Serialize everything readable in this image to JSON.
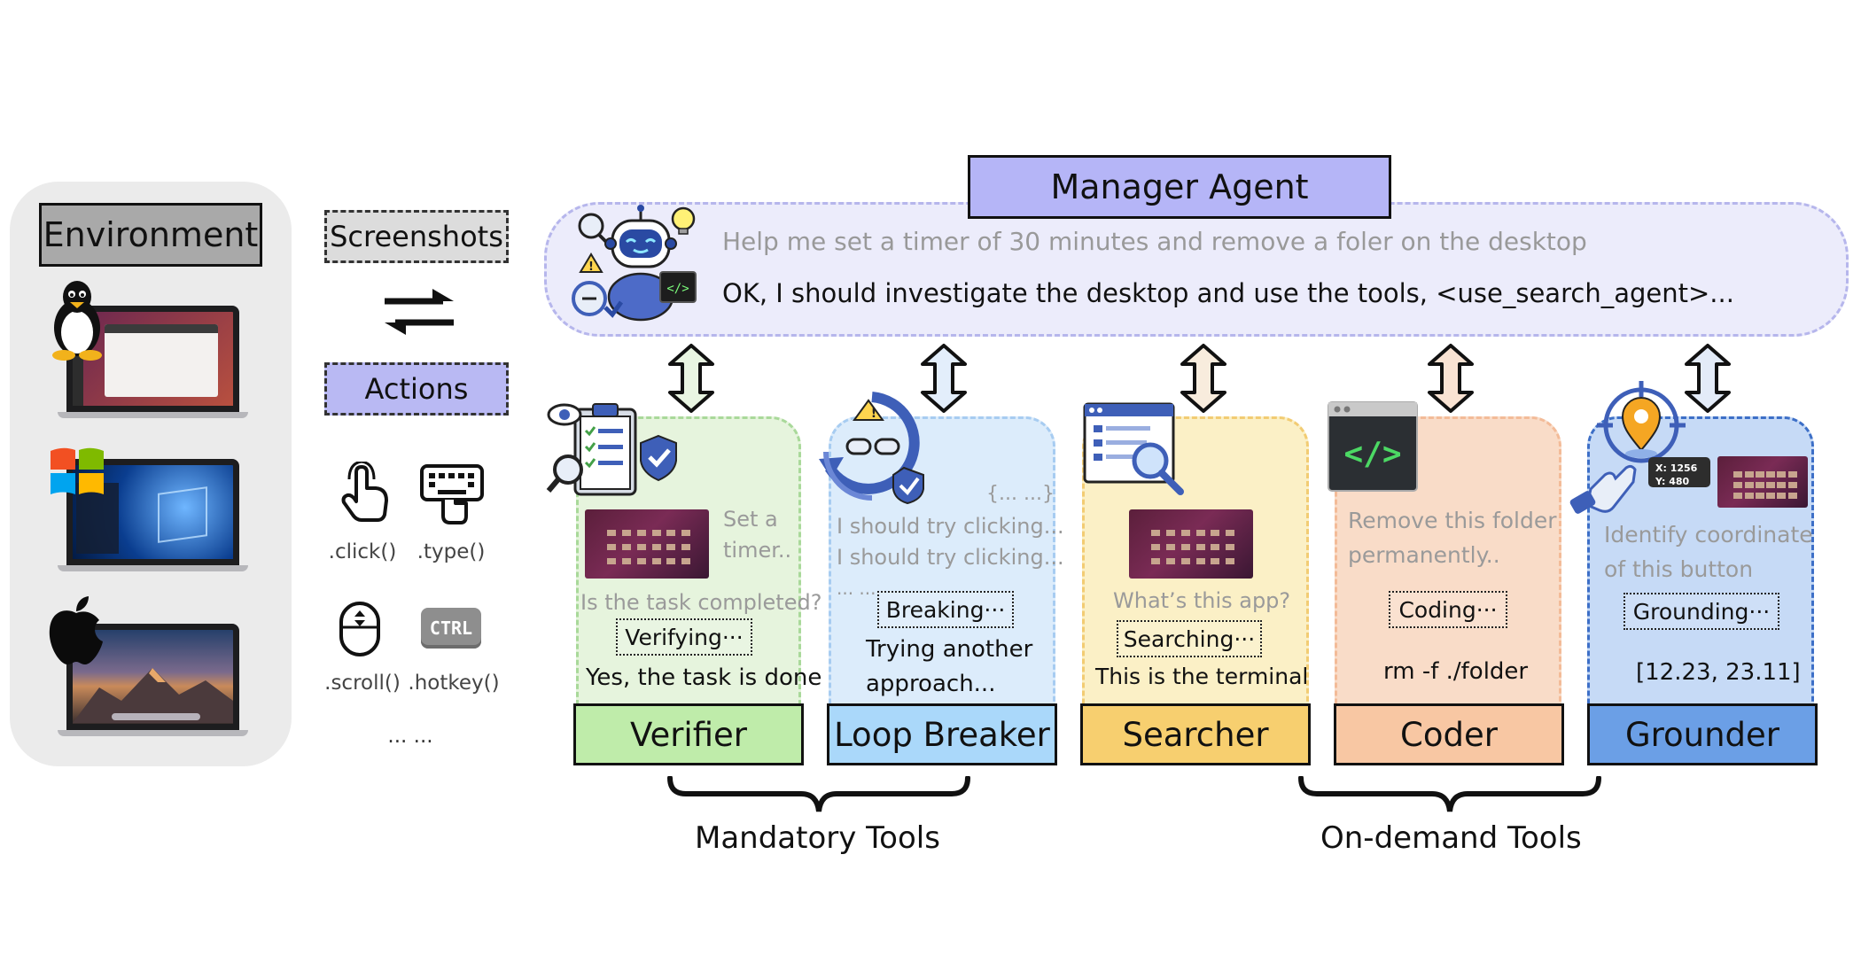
{
  "environment": {
    "title": "Environment"
  },
  "io": {
    "screenshots_label": "Screenshots",
    "actions_label": "Actions",
    "action_names": [
      ".click()",
      ".type()",
      ".scroll()",
      ".hotkey()"
    ],
    "more": "... ...",
    "ctrl_key": "CTRL"
  },
  "manager": {
    "title": "Manager Agent",
    "prompt": "Help me set a timer of 30 minutes and remove a foler on the desktop",
    "reply": "OK, I should investigate the desktop and use the tools, <use_search_agent>..."
  },
  "tools": {
    "verifier": {
      "label": "Verifier",
      "note_line1": "Set a",
      "note_line2": "timer..",
      "question": "Is the task completed?",
      "status": "Verifying···",
      "result": "Yes, the task is done",
      "bg": "#e6f4dd",
      "border": "#a9d99a",
      "label_bg": "#bfecaa"
    },
    "loop_breaker": {
      "label": "Loop Breaker",
      "brace": "{... ...}",
      "line1": "I should try clicking...",
      "line2": "I should try clicking...",
      "ellipsis": "... ...",
      "status": "Breaking···",
      "result_line1": "Trying another",
      "result_line2": "approach...",
      "bg": "#dcecfb",
      "border": "#a7ccf1",
      "label_bg": "#aad8fa"
    },
    "searcher": {
      "label": "Searcher",
      "question": "What’s this app?",
      "status": "Searching···",
      "result": "This is the terminal",
      "bg": "#fbf0c6",
      "border": "#f2cc73",
      "label_bg": "#f7cf6f"
    },
    "coder": {
      "label": "Coder",
      "line1": "Remove this folder",
      "line2": "permanently..",
      "status": "Coding···",
      "result": "rm -f ./folder",
      "bg": "#f9dcc8",
      "border": "#f3bb98",
      "label_bg": "#f8c7a3"
    },
    "grounder": {
      "label": "Grounder",
      "line1": "Identify coordinate",
      "line2": "of this button",
      "status": "Grounding···",
      "result": "[12.23, 23.11]",
      "coord_x": "X: 1256",
      "coord_y": "Y: 480",
      "bg": "#c6daf6",
      "border": "#3d6fc7",
      "label_bg": "#6b9fe6"
    }
  },
  "groups": {
    "mandatory": "Mandatory Tools",
    "on_demand": "On-demand Tools"
  }
}
